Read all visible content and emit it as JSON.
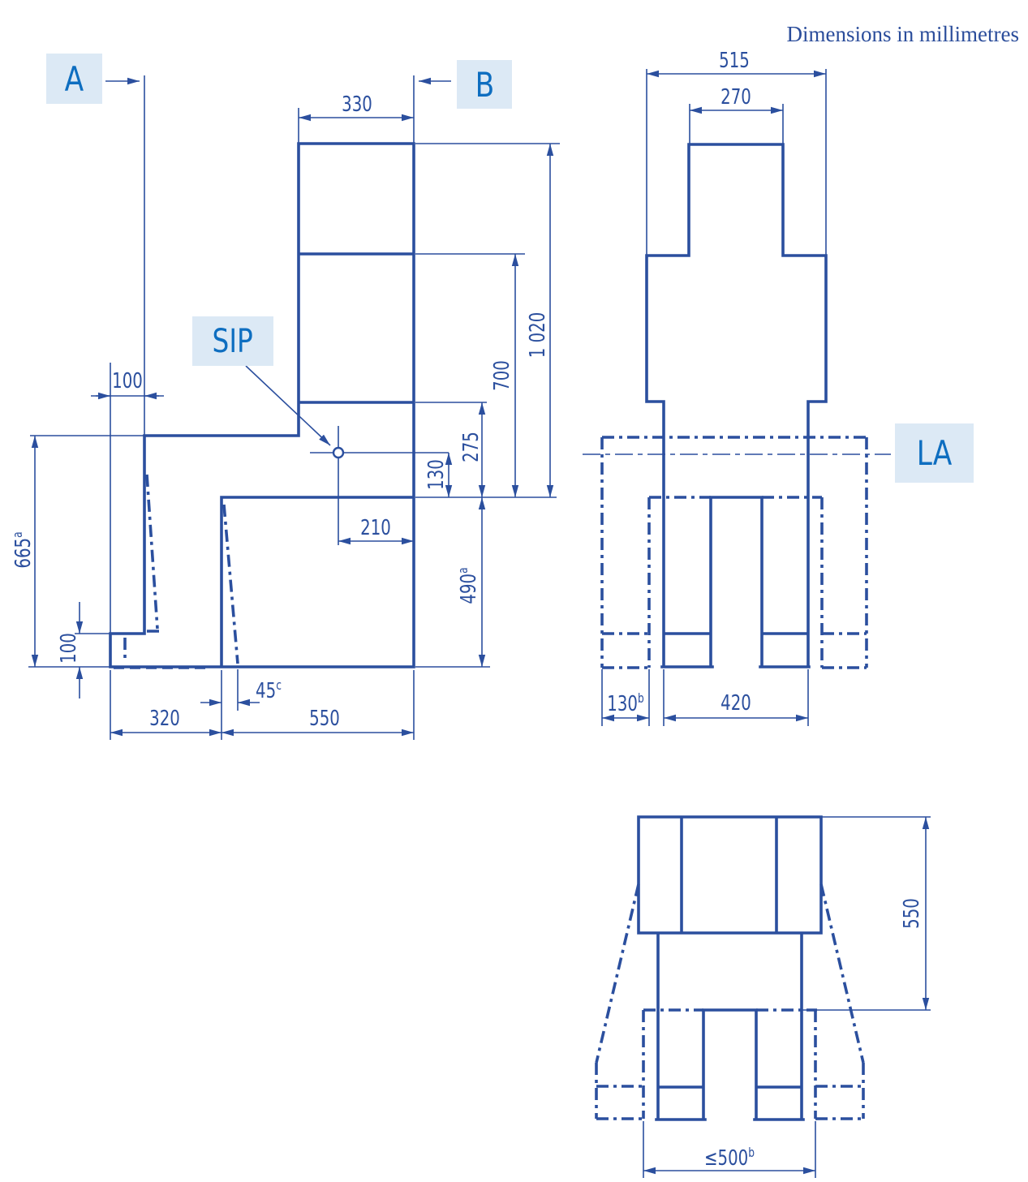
{
  "note": "Dimensions in millimetres",
  "colors": {
    "line": "#2b4f9e",
    "label_box_bg": "#dce9f5",
    "label_text": "#0e6ec0",
    "note_text": "#2b4d9b"
  },
  "labels": {
    "a": "A",
    "b": "B",
    "sip": "SIP",
    "la": "LA"
  },
  "views": {
    "side": {
      "backrest_width": "330",
      "front_offset": "100",
      "overall_height": "1 020",
      "backrest_height": "700",
      "armrest_height": "275",
      "sip_height": "130",
      "sip_setback": "210",
      "seat_height": {
        "value": "490",
        "sup": "a"
      },
      "knee_height": {
        "value": "665",
        "sup": "a"
      },
      "footrest_height": "100",
      "footrest_depth": "320",
      "seat_depth": "550",
      "footrest_angle": {
        "value": "45",
        "sup": "c"
      }
    },
    "front": {
      "overall_width": "515",
      "head_width": "270",
      "wheel_width": {
        "value": "130",
        "sup": "b"
      },
      "hip_width": "420"
    },
    "rear": {
      "backrest_height": "550",
      "track_width": {
        "value": "≤500",
        "sup": "b"
      }
    }
  }
}
